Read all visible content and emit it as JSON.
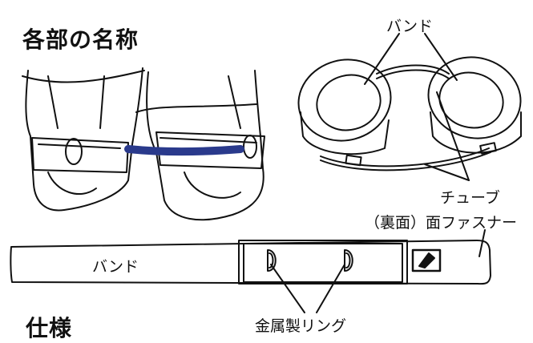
{
  "headings": {
    "parts_names": "各部の名称",
    "specs": "仕様"
  },
  "labels": {
    "band_top": "バンド",
    "tube": "チューブ",
    "hook_loop_back": "（裏面）面ファスナー",
    "band_strip": "バンド",
    "metal_ring": "金属製リング"
  },
  "colors": {
    "tube_blue": "#2a3a8c",
    "line": "#111111"
  }
}
